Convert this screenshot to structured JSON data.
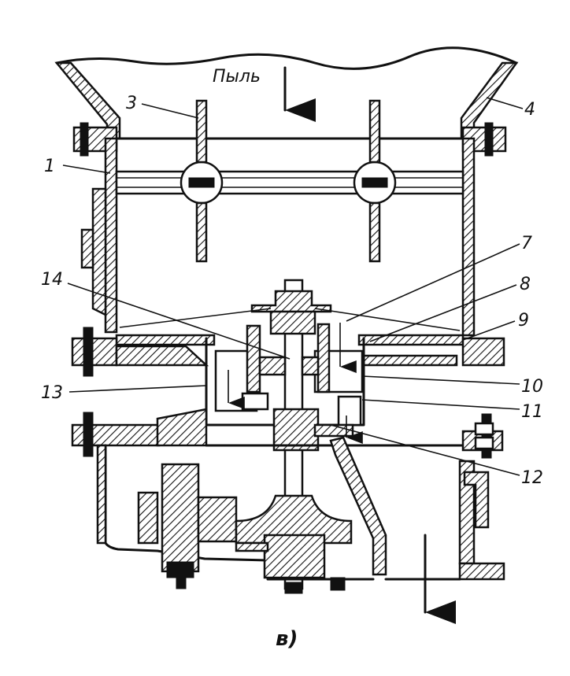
{
  "diagram": {
    "flow_label": "Пыль",
    "caption": "в)",
    "callouts": [
      "1",
      "3",
      "4",
      "7",
      "8",
      "9",
      "10",
      "11",
      "12",
      "13",
      "14"
    ]
  }
}
